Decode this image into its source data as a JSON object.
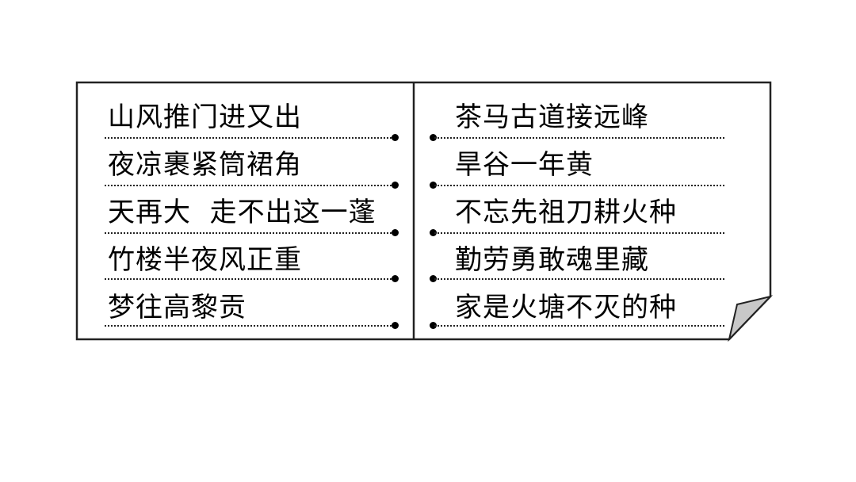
{
  "left_column": {
    "lines": [
      "山风推门进又出",
      "夜凉裹紧筒裙角",
      "天再大  走不出这一蓬",
      "竹楼半夜风正重",
      "梦往高黎贡"
    ]
  },
  "right_column": {
    "lines": [
      "茶马古道接远峰",
      "旱谷一年黄",
      "不忘先祖刀耕火种",
      "勤劳勇敢魂里藏",
      "家是火塘不灭的种"
    ]
  },
  "colors": {
    "border": "#222222",
    "fold": "#c8c8c8",
    "text": "#000000"
  }
}
